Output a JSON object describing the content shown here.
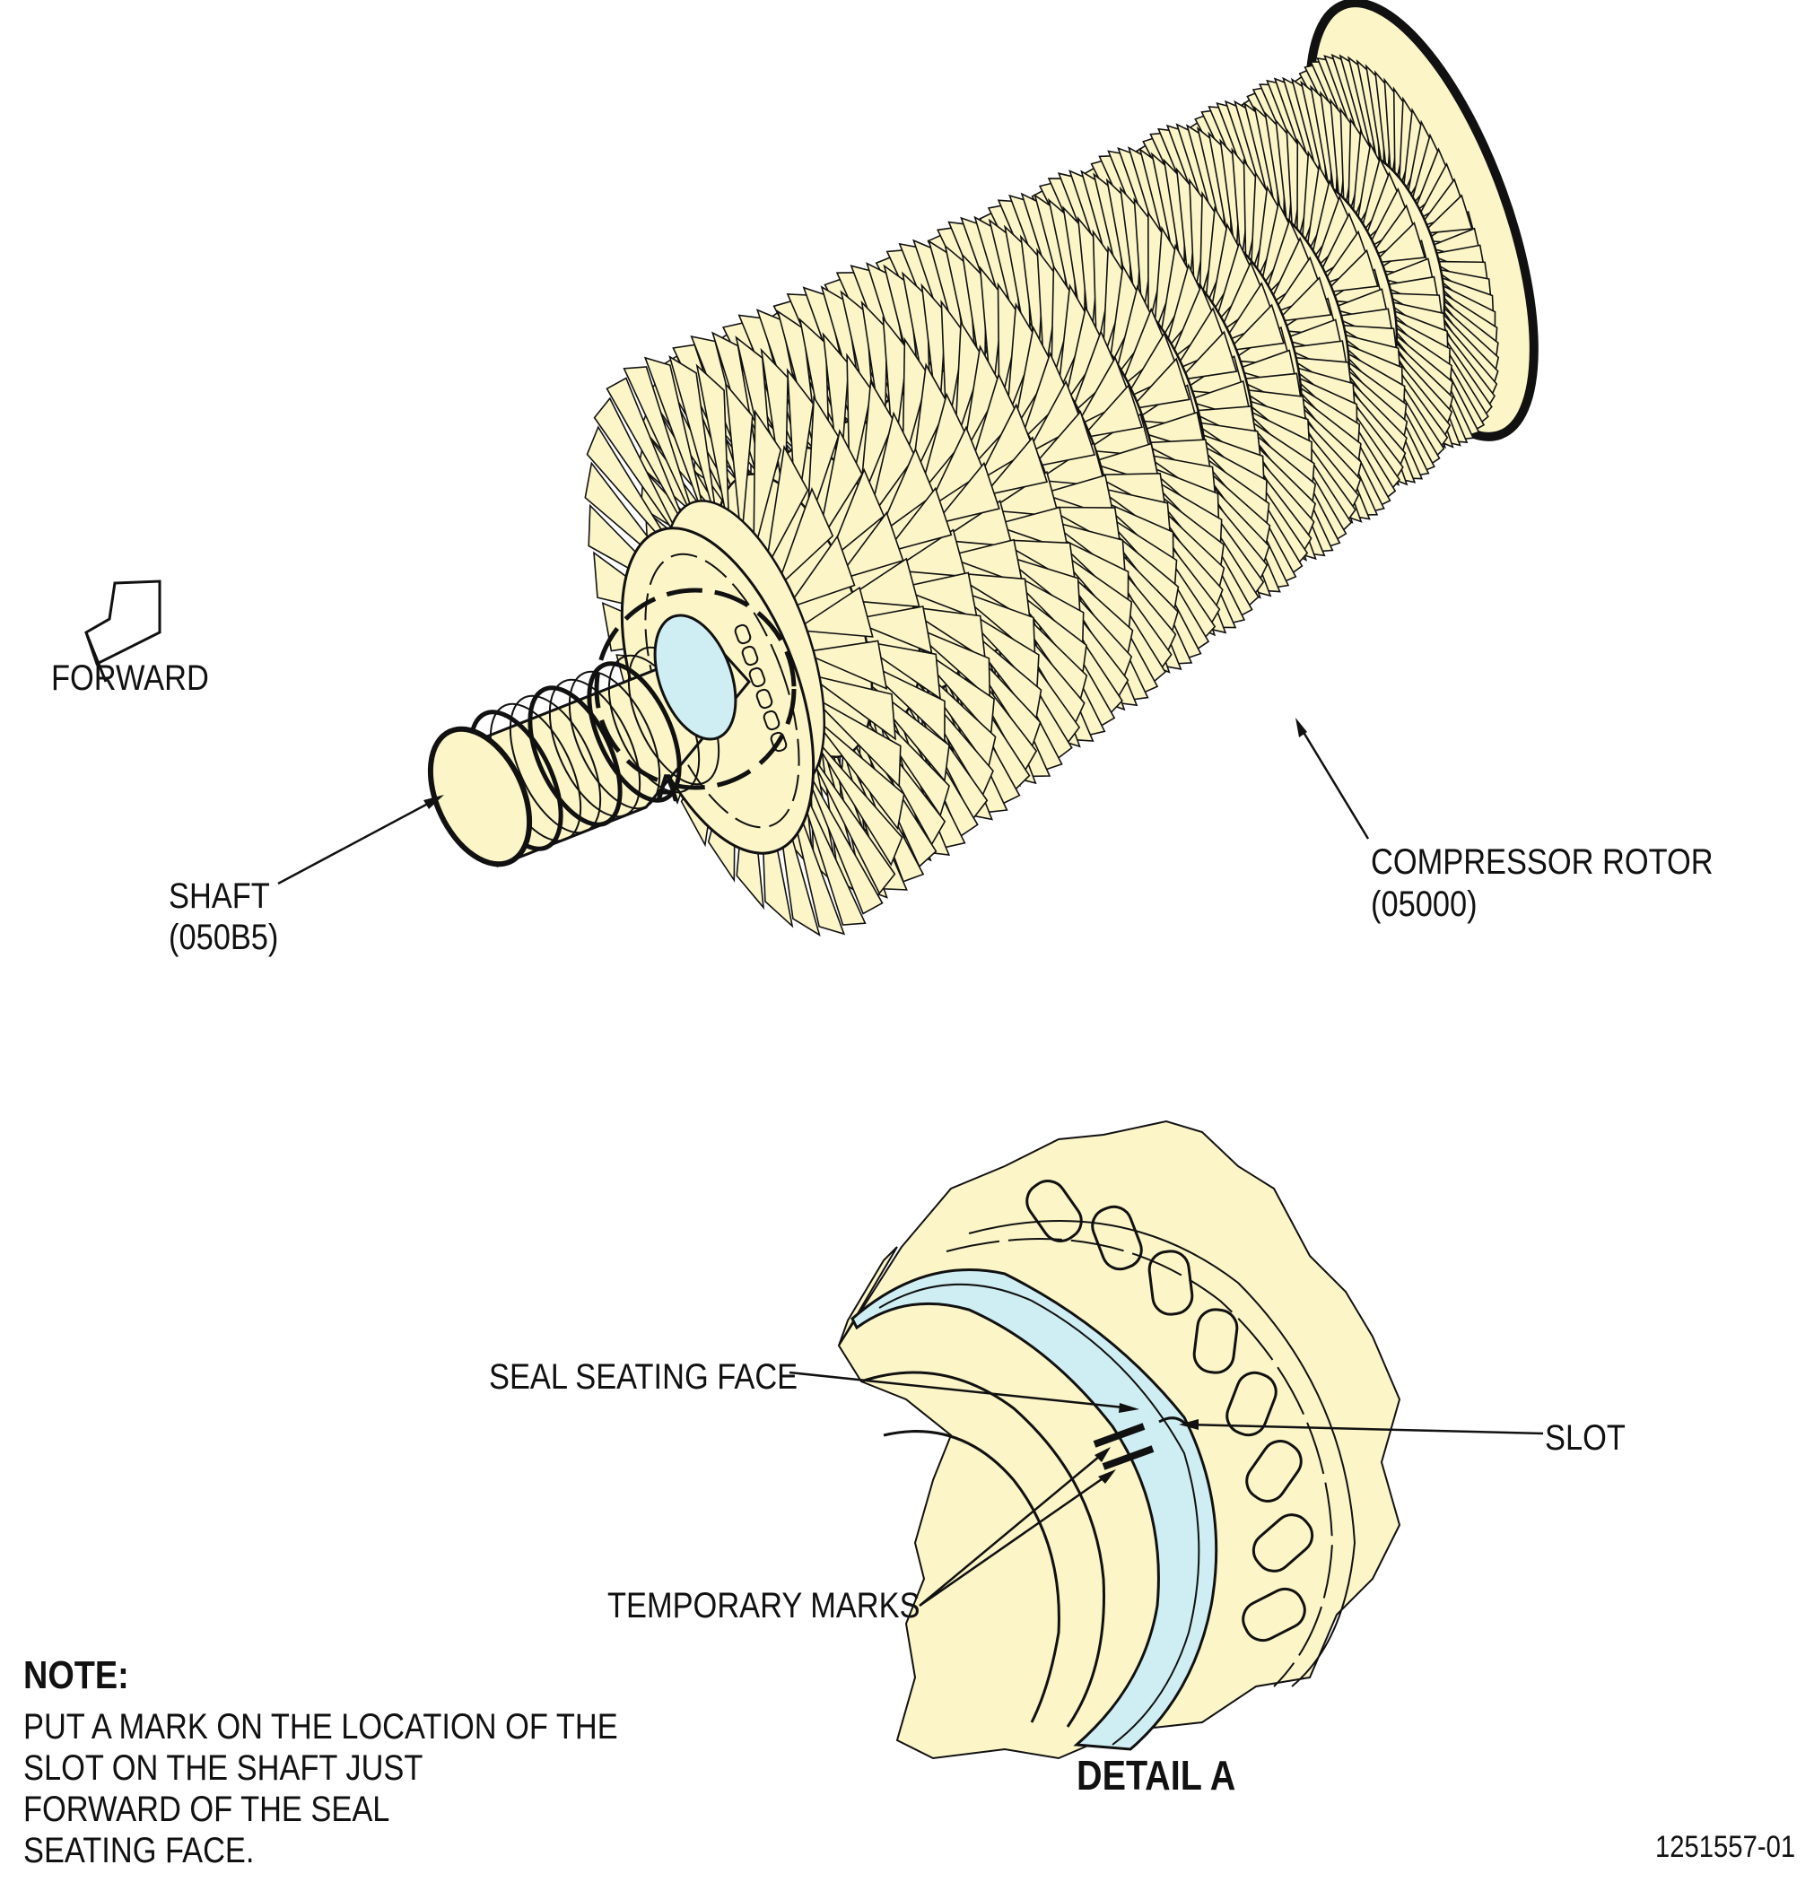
{
  "labels": {
    "forward": "FORWARD",
    "shaft": "SHAFT",
    "shaft_pn": "(050B5)",
    "rotor": "COMPRESSOR ROTOR",
    "rotor_pn": "(05000)",
    "detail_ref": "A",
    "seal_face": "SEAL SEATING FACE",
    "slot": "SLOT",
    "temp_marks": "TEMPORARY MARKS",
    "detail_title": "DETAIL A",
    "figure_id": "1251557-01"
  },
  "note": {
    "title": "NOTE:",
    "lines": [
      "PUT A MARK ON THE LOCATION OF THE",
      "SLOT ON THE SHAFT JUST",
      "FORWARD OF THE SEAL",
      "SEATING FACE."
    ]
  },
  "colors": {
    "part_fill": "#fbf5c8",
    "seal_fill": "#cfeef3",
    "line": "#111111",
    "background": "#ffffff"
  }
}
